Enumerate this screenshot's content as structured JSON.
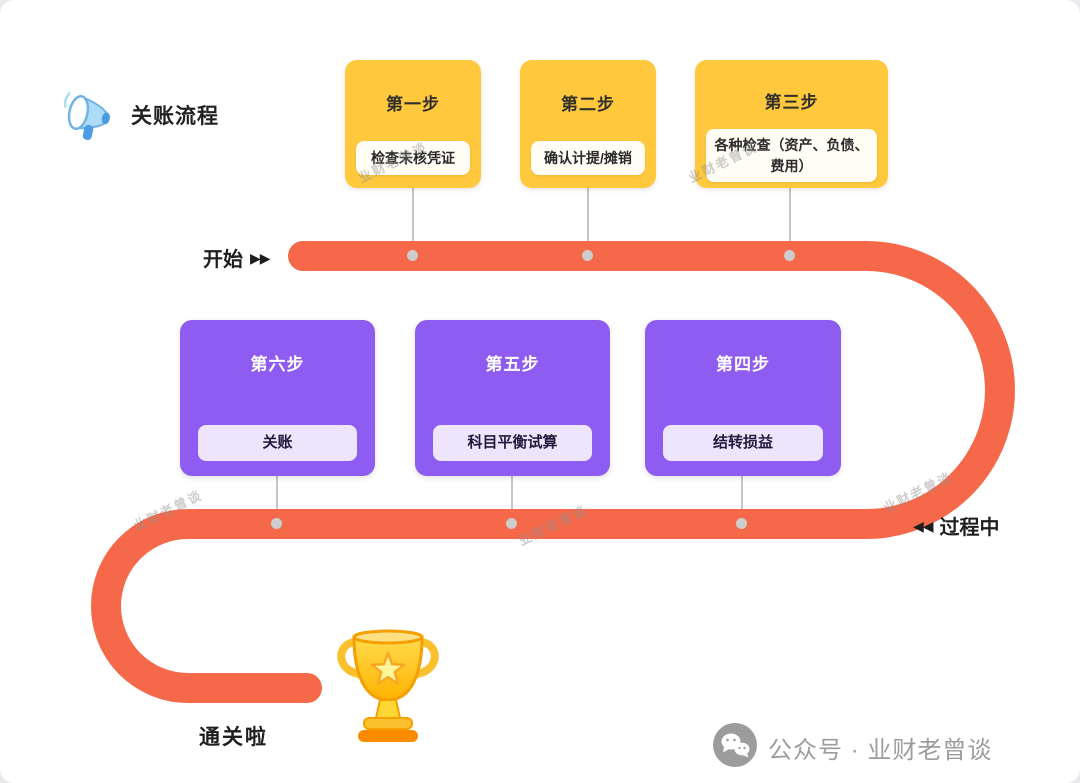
{
  "header": {
    "title": "关账流程"
  },
  "flow": {
    "start_label": "开始",
    "start_arrows": "▶▶",
    "progress_arrows": "◀◀",
    "progress_label": "过程中",
    "finish_label": "通关啦"
  },
  "steps": {
    "top": [
      {
        "title": "第一步",
        "detail": "检查未核凭证"
      },
      {
        "title": "第二步",
        "detail": "确认计提/摊销"
      },
      {
        "title": "第三步",
        "detail": "各种检查（资产、负债、费用）"
      }
    ],
    "middle": [
      {
        "title": "第六步",
        "detail": "关账"
      },
      {
        "title": "第五步",
        "detail": "科目平衡试算"
      },
      {
        "title": "第四步",
        "detail": "结转损益"
      }
    ]
  },
  "footer": {
    "brand": "公众号 · 业财老曾谈"
  },
  "watermark": {
    "text": "业财老曾谈"
  },
  "colors": {
    "path_orange": "#F6684A",
    "card_yellow": "#FFC83D",
    "card_purple": "#8F5CF1",
    "purple_detail_bg": "#EDE5FC",
    "yellow_detail_bg": "#FFFDF4"
  }
}
